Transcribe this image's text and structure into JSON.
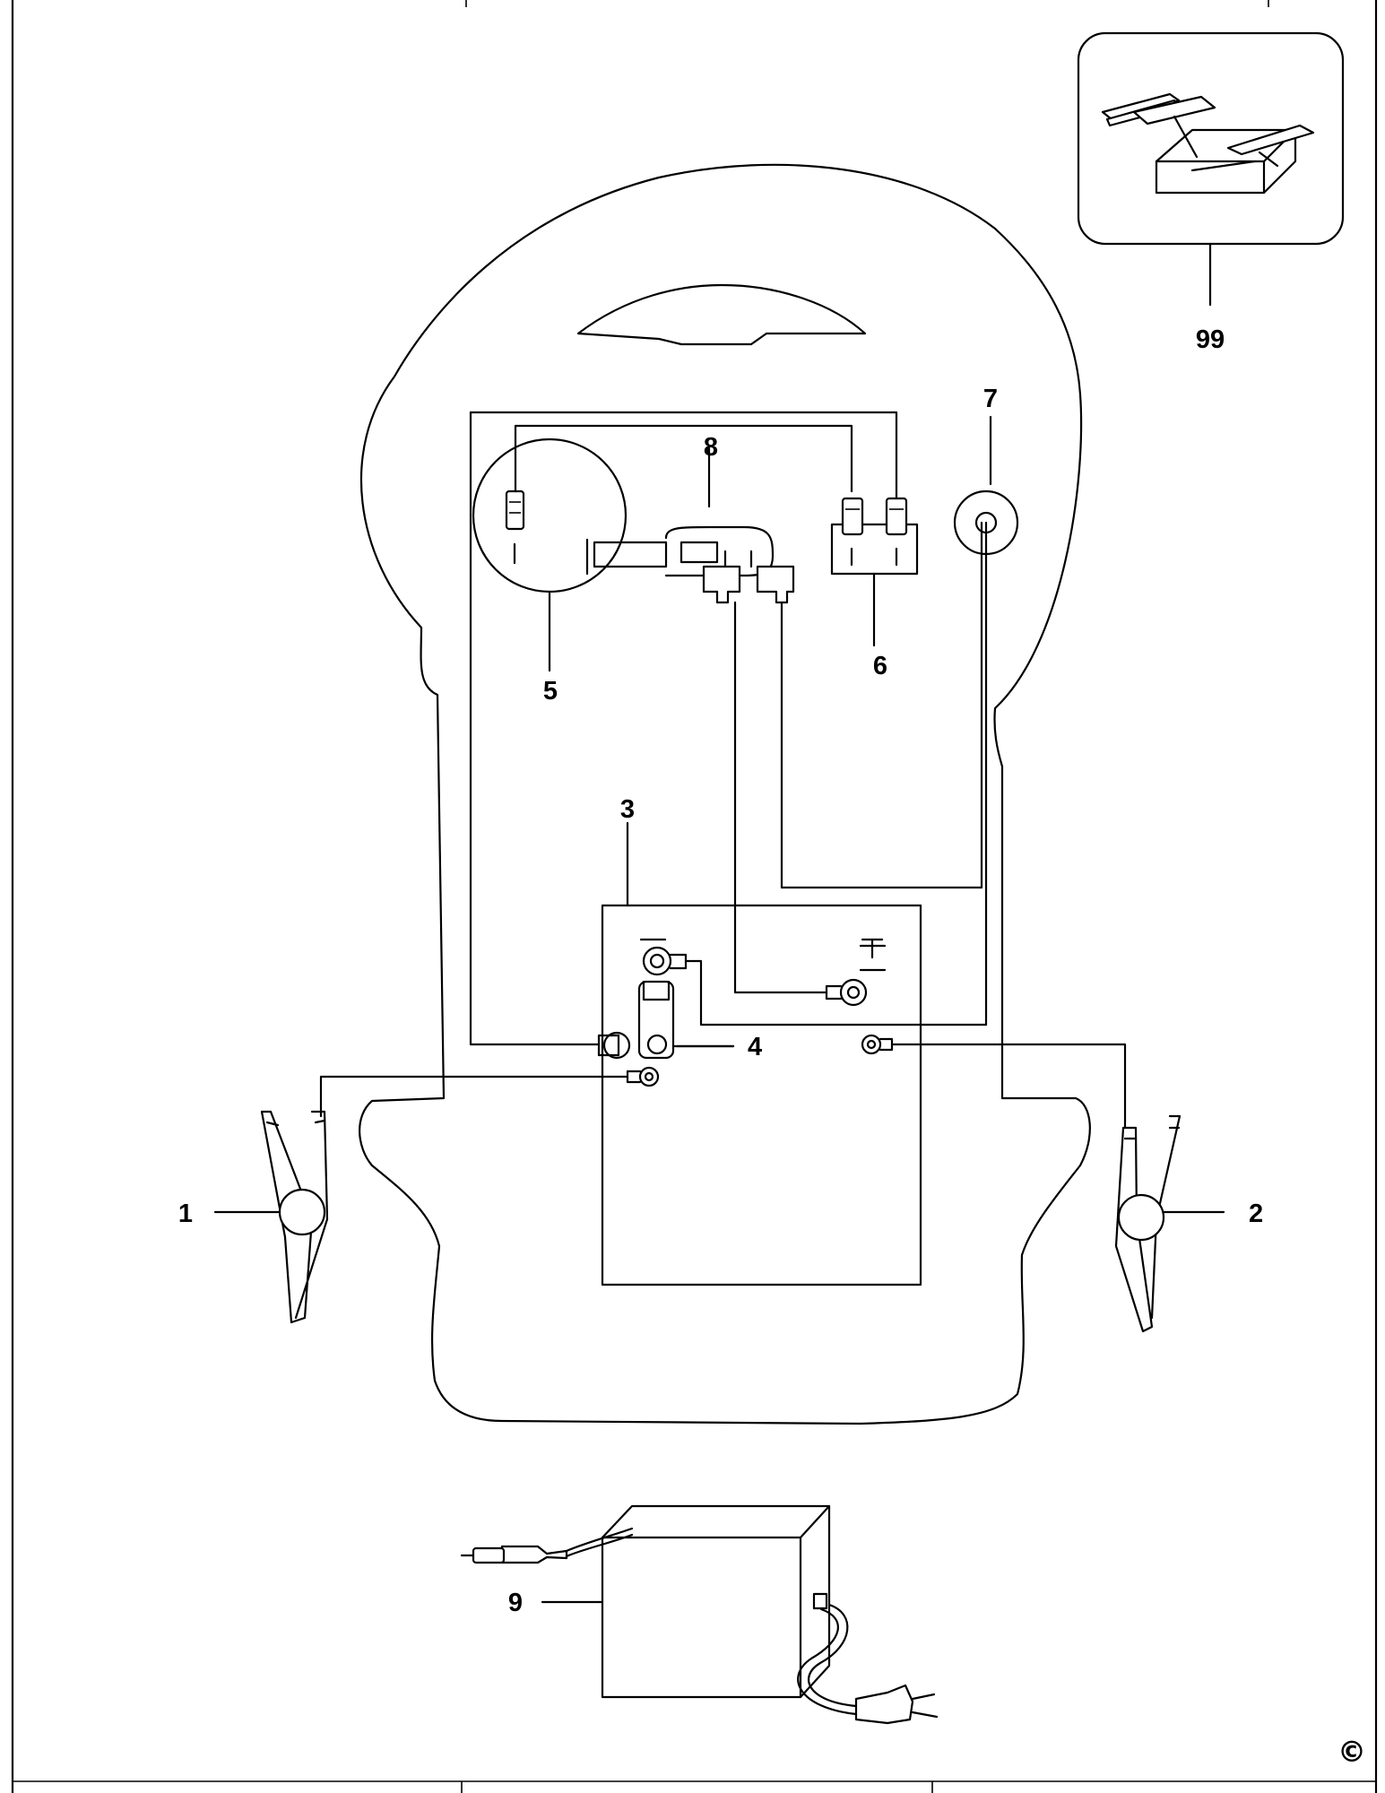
{
  "diagram": {
    "callouts": [
      {
        "id": "1",
        "text": "1"
      },
      {
        "id": "2",
        "text": "2"
      },
      {
        "id": "3",
        "text": "3"
      },
      {
        "id": "4",
        "text": "4"
      },
      {
        "id": "5",
        "text": "5"
      },
      {
        "id": "6",
        "text": "6"
      },
      {
        "id": "7",
        "text": "7"
      },
      {
        "id": "8",
        "text": "8"
      },
      {
        "id": "9",
        "text": "9"
      },
      {
        "id": "99",
        "text": "99"
      }
    ],
    "terminal_symbols": {
      "negative": "−",
      "positive": "+",
      "negative_small": "−"
    },
    "copyright": "©"
  }
}
